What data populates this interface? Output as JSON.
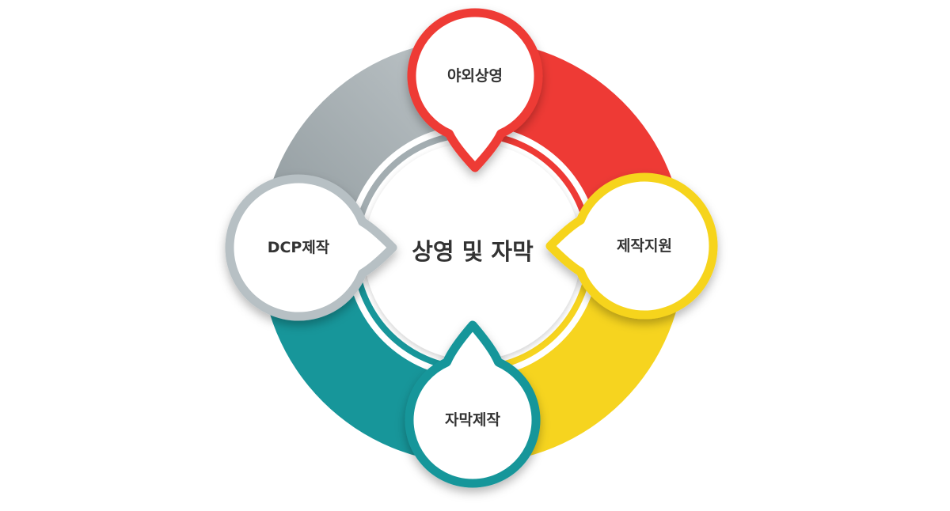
{
  "diagram": {
    "center": {
      "label": "상영 및 자막"
    },
    "nodes": [
      {
        "id": "top",
        "label": "야외상영",
        "color": "#EE3A35"
      },
      {
        "id": "right",
        "label": "제작지원",
        "color": "#F6D41F"
      },
      {
        "id": "bottom",
        "label": "자막제작",
        "color": "#17969A"
      },
      {
        "id": "left",
        "label": "DCP제작",
        "color": "#B7C0C4"
      }
    ],
    "ring_colors": {
      "top_right": "#EE3A35",
      "bottom_right": "#F6D41F",
      "bottom_left": "#17969A",
      "top_left": "#A3ADB1"
    }
  }
}
